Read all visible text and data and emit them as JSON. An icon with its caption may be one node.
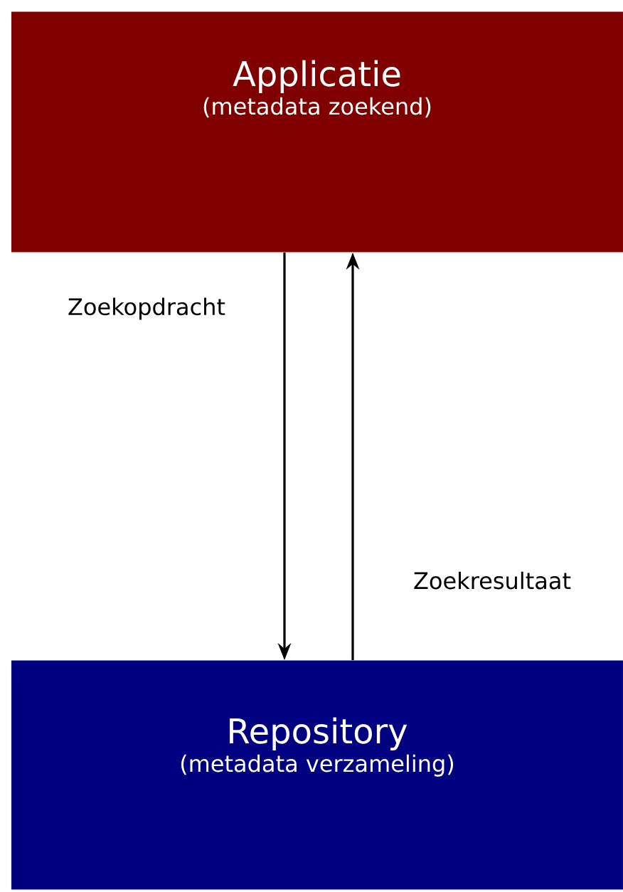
{
  "diagram": {
    "nodes": [
      {
        "text": [
          "Applicatie",
          "(metadata zoekend)"
        ]
      },
      {
        "text": [
          "Repository",
          "(metadata verzameling)"
        ]
      }
    ],
    "edges": [
      {
        "from": 0,
        "to": 1,
        "arrow": "to",
        "label": "Zoekopdracht"
      },
      {
        "from": 1,
        "to": 0,
        "arrow": "to",
        "label": "Zoekresultaat"
      }
    ]
  }
}
